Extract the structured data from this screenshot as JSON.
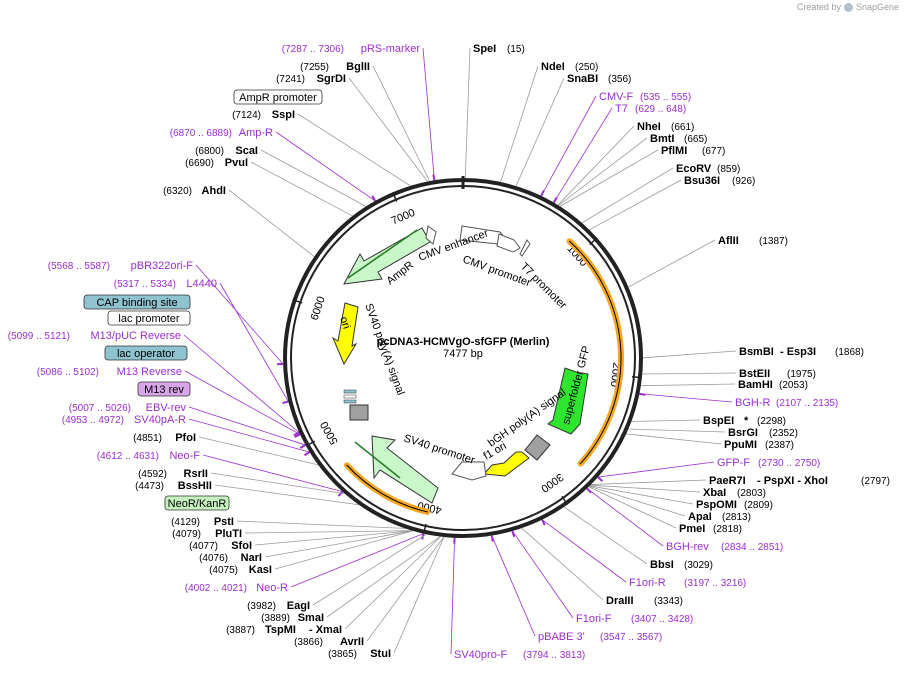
{
  "credit": {
    "created_by": "Created by",
    "brand": "SnapGene"
  },
  "plasmid": {
    "name": "pcDNA3-HCMVgO-sfGFP (Merlin)",
    "size_label": "7477 bp",
    "length": 7477
  },
  "ticks": [
    "1000",
    "2000",
    "3000",
    "4000",
    "5000",
    "6000",
    "7000"
  ],
  "colors": {
    "primer": "#9a2fd0",
    "enzyme": "#000000",
    "line": "#9a9a9a",
    "cds_green": "#c9f7c9",
    "sfgfp": "#2ee62e",
    "yellow": "#ffff00",
    "orange": "#f5a623",
    "gray": "#a0a0a0",
    "teal": "#8fc3cf",
    "magenta": "#d8a6e8",
    "neo": "#c6f2c0"
  },
  "features": [
    {
      "label": "CMV enhancer"
    },
    {
      "label": "CMV promoter"
    },
    {
      "label": "T7 promoter"
    },
    {
      "label": "superfolder GFP"
    },
    {
      "label": "bGH poly(A) signal"
    },
    {
      "label": "f1 ori"
    },
    {
      "label": "SV40 promoter"
    },
    {
      "label": "SV40 poly(A) signal"
    },
    {
      "label": "ori"
    },
    {
      "label": "AmpR"
    }
  ],
  "right_labels": [
    {
      "name": "SpeI",
      "pos": "(15)"
    },
    {
      "name": "NdeI",
      "pos": "(250)"
    },
    {
      "name": "SnaBI",
      "pos": "(356)"
    },
    {
      "name": "CMV-F",
      "pos": "(535 .. 555)",
      "primer": true
    },
    {
      "name": "T7",
      "pos": "(629 .. 648)",
      "primer": true
    },
    {
      "name": "NheI",
      "pos": "(661)"
    },
    {
      "name": "BmtI",
      "pos": "(665)"
    },
    {
      "name": "PflMI",
      "pos": "(677)"
    },
    {
      "name": "EcoRV",
      "pos": "(859)"
    },
    {
      "name": "Bsu36I",
      "pos": "(926)"
    },
    {
      "name": "AflII",
      "pos": "(1387)"
    },
    {
      "name": "BsmBI",
      "extra": "- Esp3I",
      "pos": "(1868)"
    },
    {
      "name": "BstEII",
      "pos": "(1975)"
    },
    {
      "name": "BamHI",
      "pos": "(2053)"
    },
    {
      "name": "BGH-R",
      "pos": "(2107 .. 2135)",
      "primer": true
    },
    {
      "name": "BspEI",
      "extra": "*",
      "pos": "(2298)"
    },
    {
      "name": "BsrGI",
      "pos": "(2352)"
    },
    {
      "name": "PpuMI",
      "pos": "(2387)"
    },
    {
      "name": "GFP-F",
      "pos": "(2730 .. 2750)",
      "primer": true
    },
    {
      "name": "PaeR7I",
      "extra": "- PspXI - XhoI",
      "pos": "(2797)"
    },
    {
      "name": "XbaI",
      "pos": "(2803)"
    },
    {
      "name": "PspOMI",
      "pos": "(2809)"
    },
    {
      "name": "ApaI",
      "pos": "(2813)"
    },
    {
      "name": "PmeI",
      "pos": "(2818)"
    },
    {
      "name": "BGH-rev",
      "pos": "(2834 .. 2851)",
      "primer": true
    },
    {
      "name": "BbsI",
      "pos": "(3029)"
    },
    {
      "name": "F1ori-R",
      "pos": "(3197 .. 3216)",
      "primer": true
    },
    {
      "name": "DraIII",
      "pos": "(3343)"
    },
    {
      "name": "F1ori-F",
      "pos": "(3407 .. 3428)",
      "primer": true
    },
    {
      "name": "pBABE 3'",
      "pos": "(3547 .. 3567)",
      "primer": true
    },
    {
      "name": "SV40pro-F",
      "pos": "(3794 .. 3813)",
      "primer": true
    }
  ],
  "left_labels": [
    {
      "name": "pRS-marker",
      "pos": "(7287 .. 7306)",
      "primer": true
    },
    {
      "name": "BglII",
      "pos": "(7255)"
    },
    {
      "name": "SgrDI",
      "pos": "(7241)"
    },
    {
      "name": "AmpR promoter",
      "box": "white"
    },
    {
      "name": "SspI",
      "pos": "(7124)"
    },
    {
      "name": "Amp-R",
      "pos": "(6870 .. 6889)",
      "primer": true
    },
    {
      "name": "ScaI",
      "pos": "(6800)"
    },
    {
      "name": "PvuI",
      "pos": "(6690)"
    },
    {
      "name": "AhdI",
      "pos": "(6320)"
    },
    {
      "name": "pBR322ori-F",
      "pos": "(5568 .. 5587)",
      "primer": true
    },
    {
      "name": "L4440",
      "pos": "(5317 .. 5334)",
      "primer": true
    },
    {
      "name": "CAP binding site",
      "box": "teal"
    },
    {
      "name": "lac promoter",
      "box": "white"
    },
    {
      "name": "M13/pUC Reverse",
      "pos": "(5099 .. 5121)",
      "primer": true
    },
    {
      "name": "lac operator",
      "box": "teal"
    },
    {
      "name": "M13 Reverse",
      "pos": "(5086 .. 5102)",
      "primer": true
    },
    {
      "name": "M13 rev",
      "box": "magenta"
    },
    {
      "name": "EBV-rev",
      "pos": "(5007 .. 5026)",
      "primer": true
    },
    {
      "name": "SV40pA-R",
      "pos": "(4953 .. 4972)",
      "primer": true
    },
    {
      "name": "PfoI",
      "pos": "(4851)"
    },
    {
      "name": "Neo-F",
      "pos": "(4612 .. 4631)",
      "primer": true
    },
    {
      "name": "RsrII",
      "pos": "(4592)"
    },
    {
      "name": "BssHII",
      "pos": "(4473)"
    },
    {
      "name": "NeoR/KanR",
      "box": "green"
    },
    {
      "name": "PstI",
      "pos": "(4129)"
    },
    {
      "name": "PluTI",
      "pos": "(4079)"
    },
    {
      "name": "SfoI",
      "pos": "(4077)"
    },
    {
      "name": "NarI",
      "pos": "(4076)"
    },
    {
      "name": "KasI",
      "pos": "(4075)"
    },
    {
      "name": "Neo-R",
      "pos": "(4002 .. 4021)",
      "primer": true
    },
    {
      "name": "EagI",
      "pos": "(3982)"
    },
    {
      "name": "SmaI",
      "pos": "(3889)"
    },
    {
      "name": "TspMI",
      "extra": "- XmaI",
      "pos": "(3887)"
    },
    {
      "name": "AvrII",
      "pos": "(3866)"
    },
    {
      "name": "StuI",
      "pos": "(3865)"
    }
  ]
}
